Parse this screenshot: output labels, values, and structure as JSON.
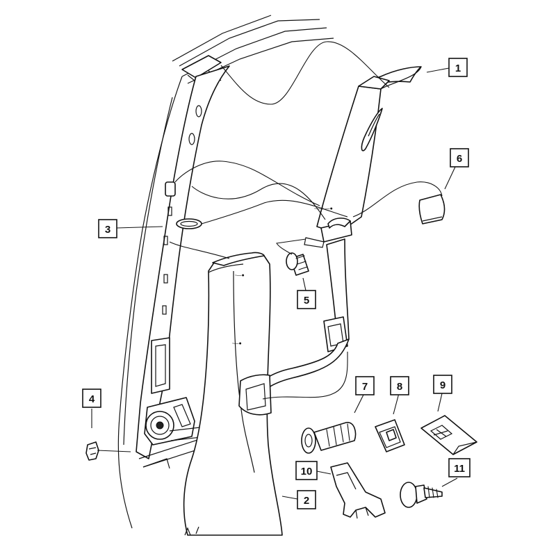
{
  "callouts": [
    {
      "id": "1",
      "label": "1"
    },
    {
      "id": "2",
      "label": "2"
    },
    {
      "id": "3",
      "label": "3"
    },
    {
      "id": "4",
      "label": "4"
    },
    {
      "id": "5",
      "label": "5"
    },
    {
      "id": "6",
      "label": "6"
    },
    {
      "id": "7",
      "label": "7"
    },
    {
      "id": "8",
      "label": "8"
    },
    {
      "id": "9",
      "label": "9"
    },
    {
      "id": "10",
      "label": "10"
    },
    {
      "id": "11",
      "label": "11"
    }
  ],
  "colors": {
    "line": "#111111",
    "background": "#ffffff"
  }
}
